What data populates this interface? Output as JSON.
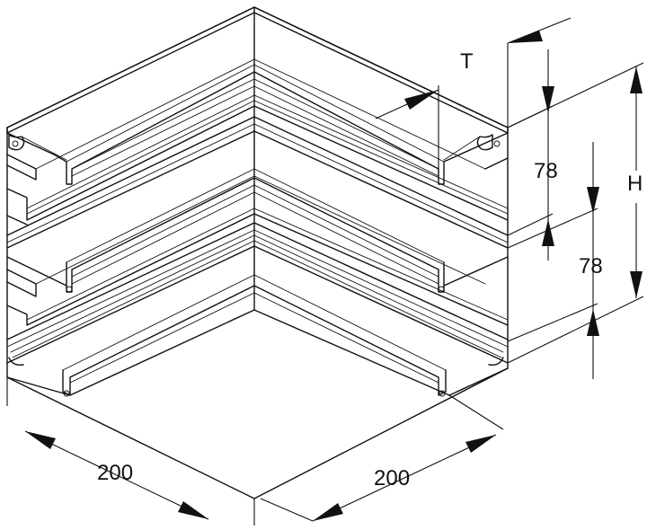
{
  "drawing": {
    "subject": "Horizontal corner of cable trunking, isometric view with dimensions",
    "dimensions": {
      "depth_left": "200",
      "depth_right": "200",
      "cover_thickness": "T",
      "chamber_upper": "78",
      "chamber_lower": "78",
      "overall_height": "H"
    }
  }
}
